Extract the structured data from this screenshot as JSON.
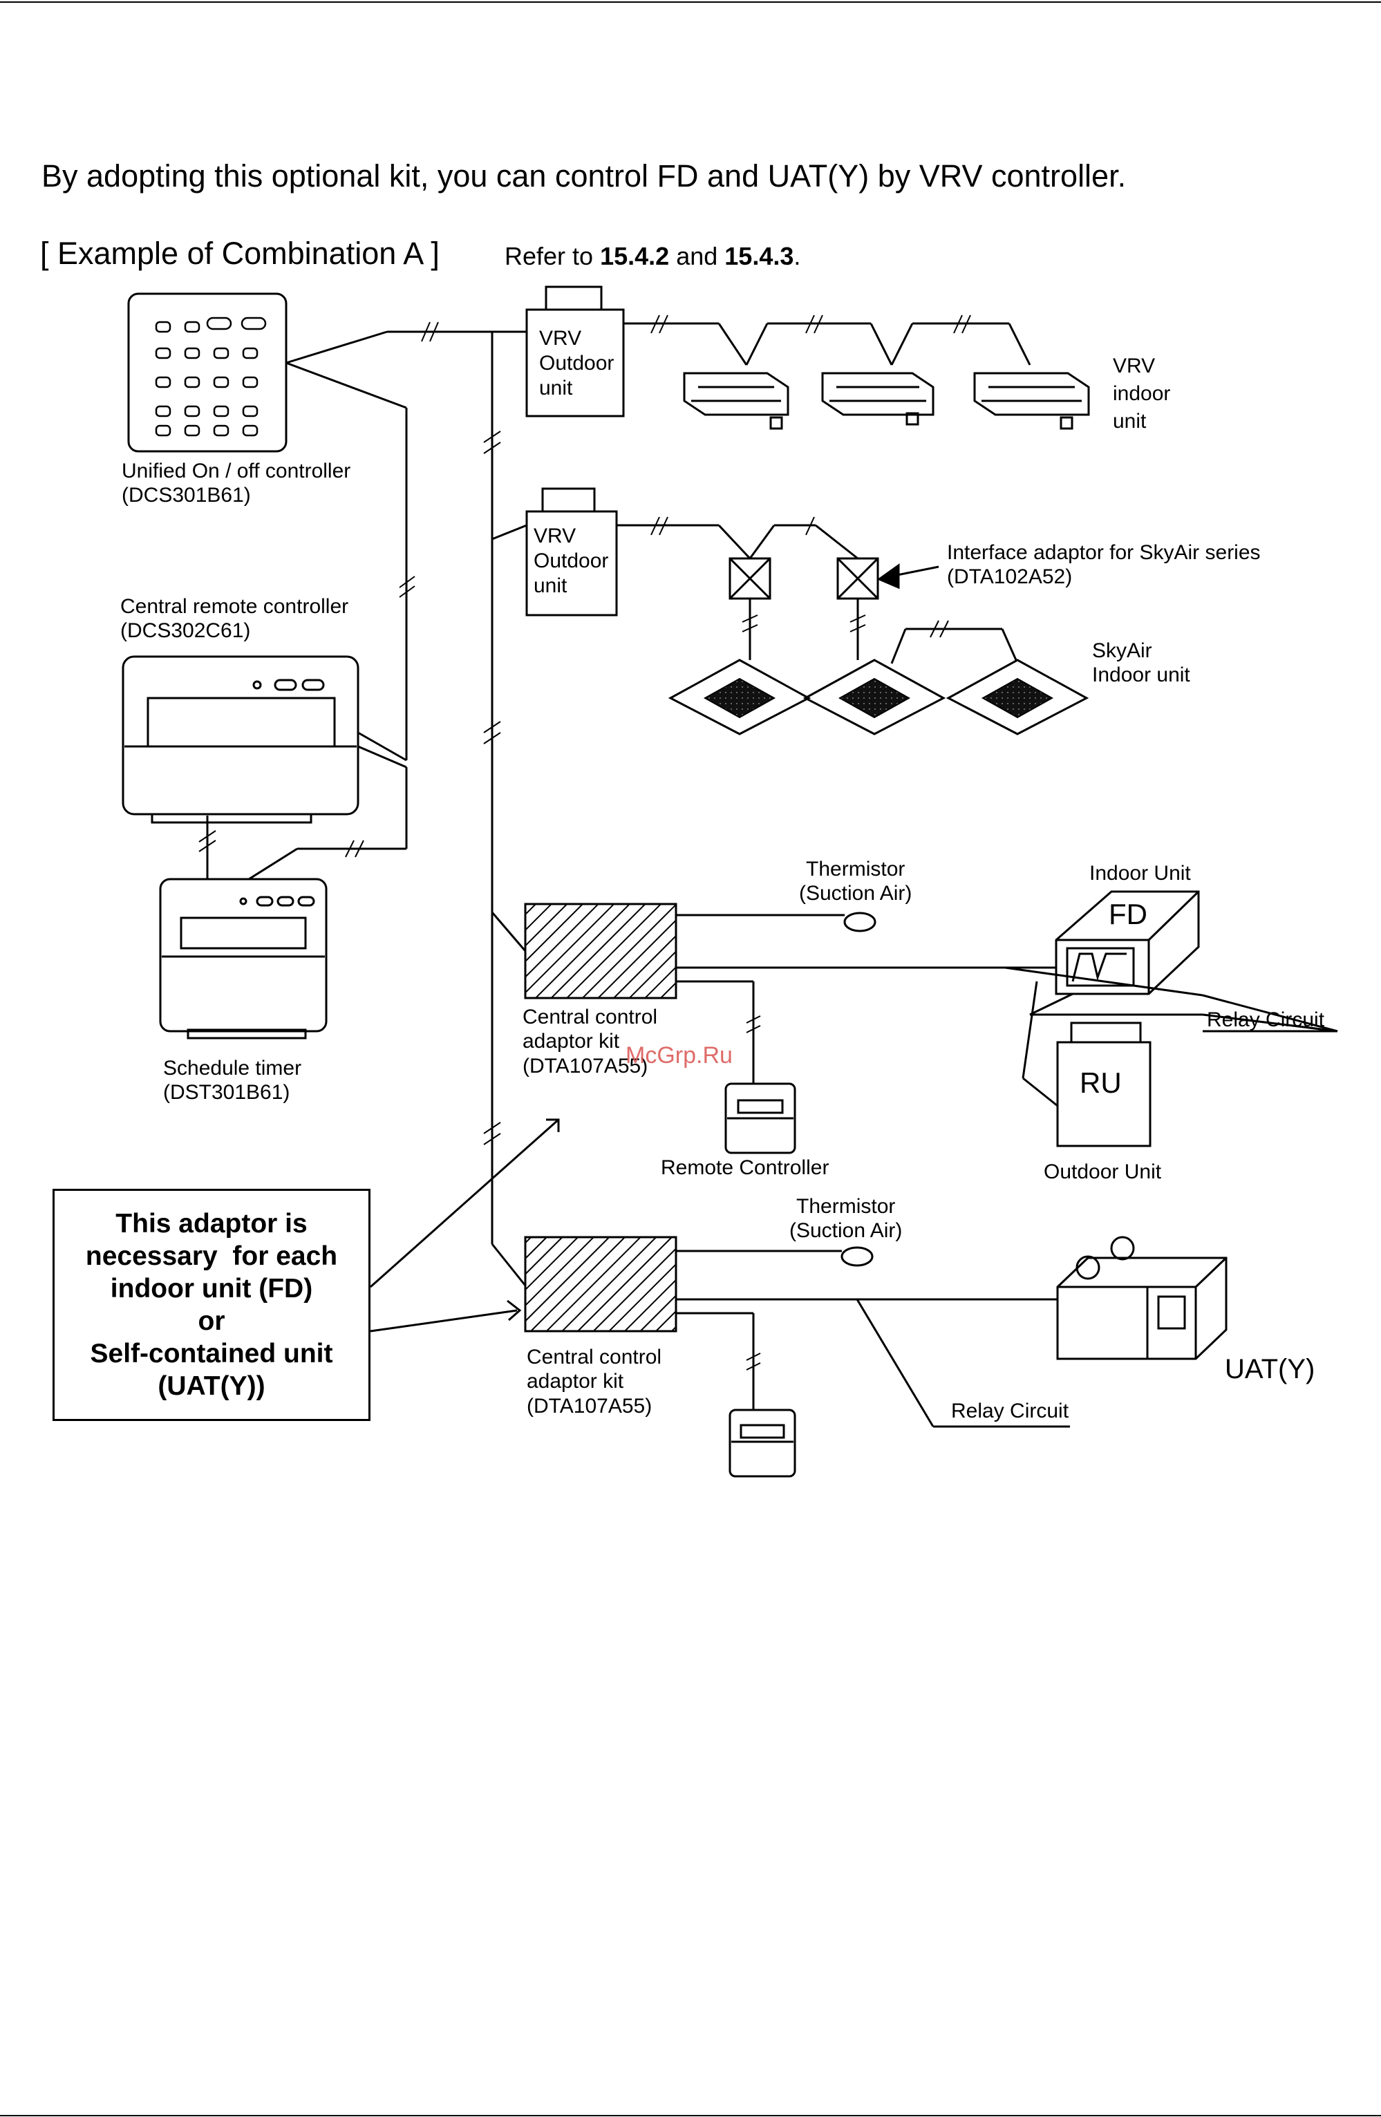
{
  "intro": "By adopting this optional kit, you can control FD and UAT(Y) by VRV controller.",
  "example": {
    "title": "[ Example of Combination A ]",
    "refer_prefix": "Refer to",
    "refer_a": "15.4.2",
    "refer_and": "and",
    "refer_b": "15.4.3",
    "refer_suffix": "."
  },
  "labels": {
    "unified_1": "Unified On / off controller",
    "unified_2": "(DCS301B61)",
    "central_1": "Central remote controller",
    "central_2": "(DCS302C61)",
    "schedule_1": "Schedule timer",
    "schedule_2": "(DST301B61)",
    "vrv_out_a": [
      "VRV",
      "Outdoor",
      "unit"
    ],
    "vrv_out_b": [
      "VRV",
      "Outdoor",
      "unit"
    ],
    "vrv_indoor": [
      "VRV",
      "indoor",
      "unit"
    ],
    "interface_1": "Interface adaptor for SkyAir series",
    "interface_2": "(DTA102A52)",
    "skyair_1": "SkyAir",
    "skyair_2": "Indoor unit",
    "thermistor_a_1": "Thermistor",
    "thermistor_a_2": "(Suction Air)",
    "thermistor_b_1": "Thermistor",
    "thermistor_b_2": "(Suction Air)",
    "indoor_unit": "Indoor Unit",
    "fd": "FD",
    "relay_a": "Relay Circuit",
    "ru": "RU",
    "outdoor_unit": "Outdoor Unit",
    "remote_controller": "Remote Controller",
    "cca_a_1": "Central control",
    "cca_a_2": "adaptor kit",
    "cca_a_3": "(DTA107A55)",
    "cca_b_1": "Central control",
    "cca_b_2": "adaptor kit",
    "cca_b_3": "(DTA107A55)",
    "relay_b": "Relay Circuit",
    "uaty": "UAT(Y)"
  },
  "note_lines": [
    "This adaptor is",
    "necessary  for each",
    "indoor unit (FD)",
    "or",
    "Self-contained unit",
    "(UAT(Y))"
  ],
  "watermark": "McGrp.Ru"
}
